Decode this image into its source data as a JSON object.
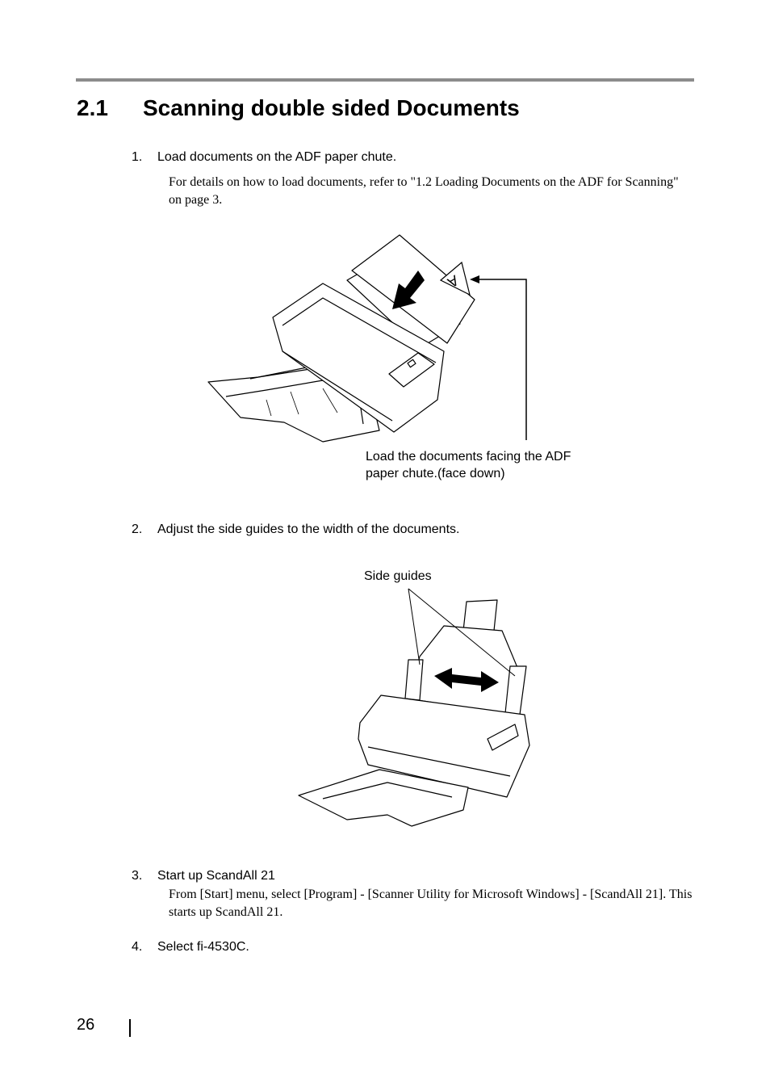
{
  "section": {
    "number": "2.1",
    "title": "Scanning double sided Documents"
  },
  "steps": [
    {
      "number": "1.",
      "text": "Load documents on the ADF paper chute.",
      "note": "For details on how to load documents, refer to \"1.2 Loading Documents on the ADF for Scanning\" on page 3."
    },
    {
      "number": "2.",
      "text": "Adjust the side guides to the width of the documents."
    },
    {
      "number": "3.",
      "text": "Start up ScandAll 21",
      "note": "From [Start] menu, select [Program] - [Scanner Utility for Microsoft Windows] - [ScandAll 21]. This starts up ScandAll 21."
    },
    {
      "number": "4.",
      "text": "Select fi-4530C."
    }
  ],
  "figure1": {
    "callout_line1": "Load the documents facing the ADF",
    "callout_line2": "paper chute.(face down)",
    "paper_letter": "A"
  },
  "figure2": {
    "callout": "Side guides"
  },
  "page_number": "26"
}
